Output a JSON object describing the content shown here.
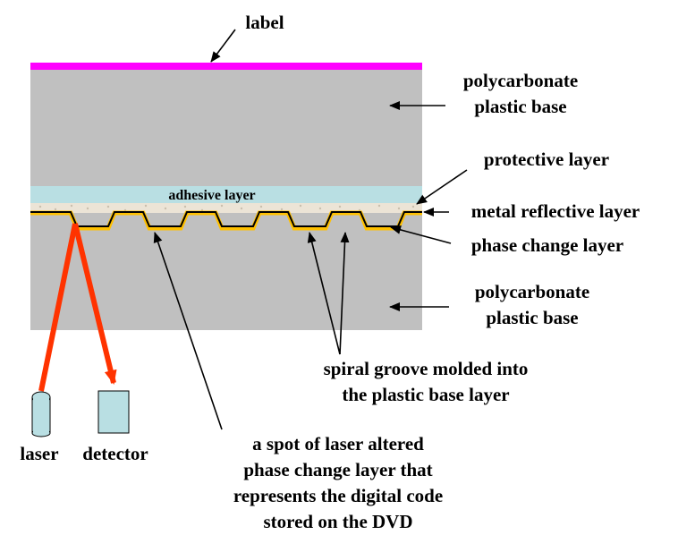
{
  "labels": {
    "label": "label",
    "polycarbonate_top_line1": "polycarbonate",
    "polycarbonate_top_line2": "plastic base",
    "protective_layer": "protective layer",
    "adhesive_layer": "adhesive layer",
    "metal_reflective_layer": "metal reflective layer",
    "phase_change_layer": "phase change layer",
    "polycarbonate_bottom_line1": "polycarbonate",
    "polycarbonate_bottom_line2": "plastic base",
    "spiral_groove_line1": "spiral groove molded into",
    "spiral_groove_line2": "the plastic base layer",
    "laser": "laser",
    "detector": "detector",
    "spot_line1": "a spot of laser altered",
    "spot_line2": "phase change layer that",
    "spot_line3": "represents the digital code",
    "spot_line4": "stored on the DVD"
  },
  "colors": {
    "label_layer": "#ff00ff",
    "polycarbonate": "#c0c0c0",
    "adhesive": "#b9dfe3",
    "protective": "#ece4d6",
    "phase_change": "#ffc000",
    "metal": "#000000",
    "beam": "#ff3300",
    "laser_device": "#b9dfe3",
    "detector_device": "#b9dfe3"
  }
}
